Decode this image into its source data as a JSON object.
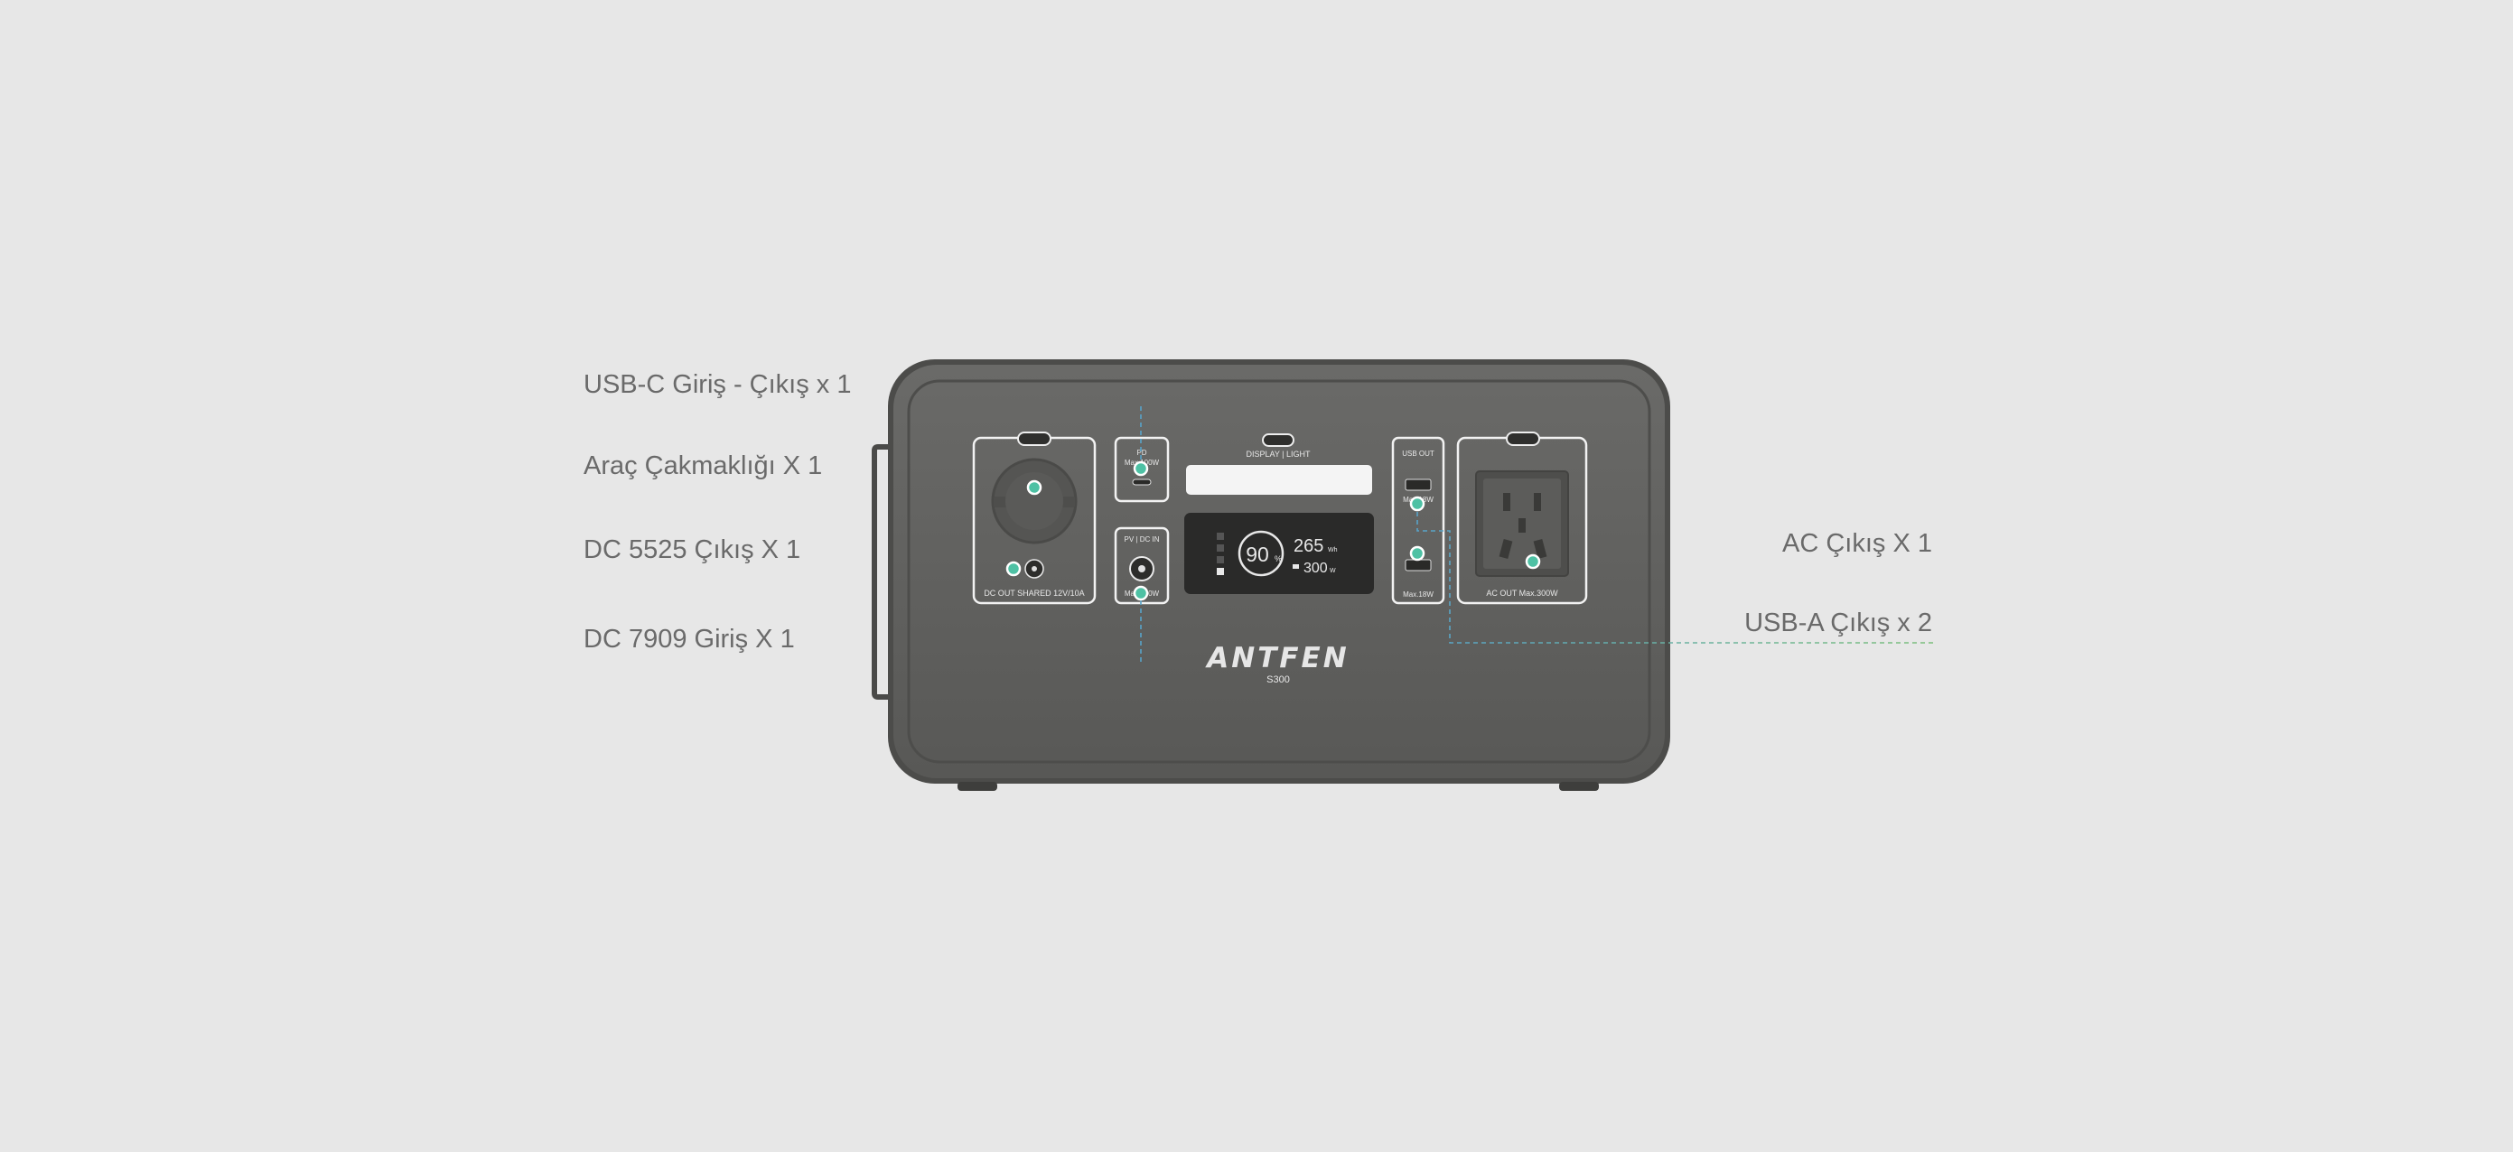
{
  "callouts": {
    "usb_c": "USB-C Giriş - Çıkış x 1",
    "car_lighter": "Araç Çakmaklığı X 1",
    "dc5525": "DC 5525 Çıkış X 1",
    "dc7909": "DC 7909 Giriş X 1",
    "ac_out": "AC Çıkış X 1",
    "usb_a": "USB-A Çıkış x 2"
  },
  "device": {
    "brand": "ANTFEN",
    "model": "S300",
    "labels": {
      "dc_out": "DC OUT SHARED 12V/10A",
      "pd": "PD",
      "pd_max": "Max.100W",
      "pv_dc_in": "PV | DC IN",
      "pv_max": "Max.100W",
      "display_light": "DISPLAY | LIGHT",
      "usb_out": "USB OUT",
      "usb_max_1": "Max.18W",
      "usb_max_2": "Max.18W",
      "ac_out": "AC OUT Max.300W"
    },
    "screen": {
      "percent": "90",
      "percent_unit": "%",
      "capacity": "265",
      "capacity_unit": "Wh",
      "power": "300",
      "power_unit": "W"
    }
  },
  "colors": {
    "background": "#e7e7e7",
    "body": "#5f5f5d",
    "body_dark": "#4a4a48",
    "marker": "#4ec1a4",
    "leader_blue": "#5aa6c8",
    "leader_green": "#6fbf73",
    "text": "#6a6a6a"
  },
  "icons": [
    "marker-dot-icon",
    "usb-c-port-icon",
    "usb-a-port-icon",
    "car-socket-icon",
    "dc-jack-icon",
    "ac-outlet-icon",
    "battery-ring-icon"
  ]
}
